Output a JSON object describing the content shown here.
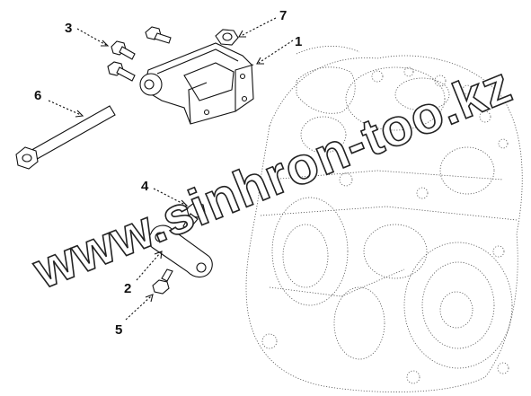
{
  "callouts": {
    "c1": "1",
    "c2": "2",
    "c3": "3",
    "c4": "4",
    "c5": "5",
    "c6": "6",
    "c7": "7"
  },
  "watermark": "www.sinhron-too.kz"
}
